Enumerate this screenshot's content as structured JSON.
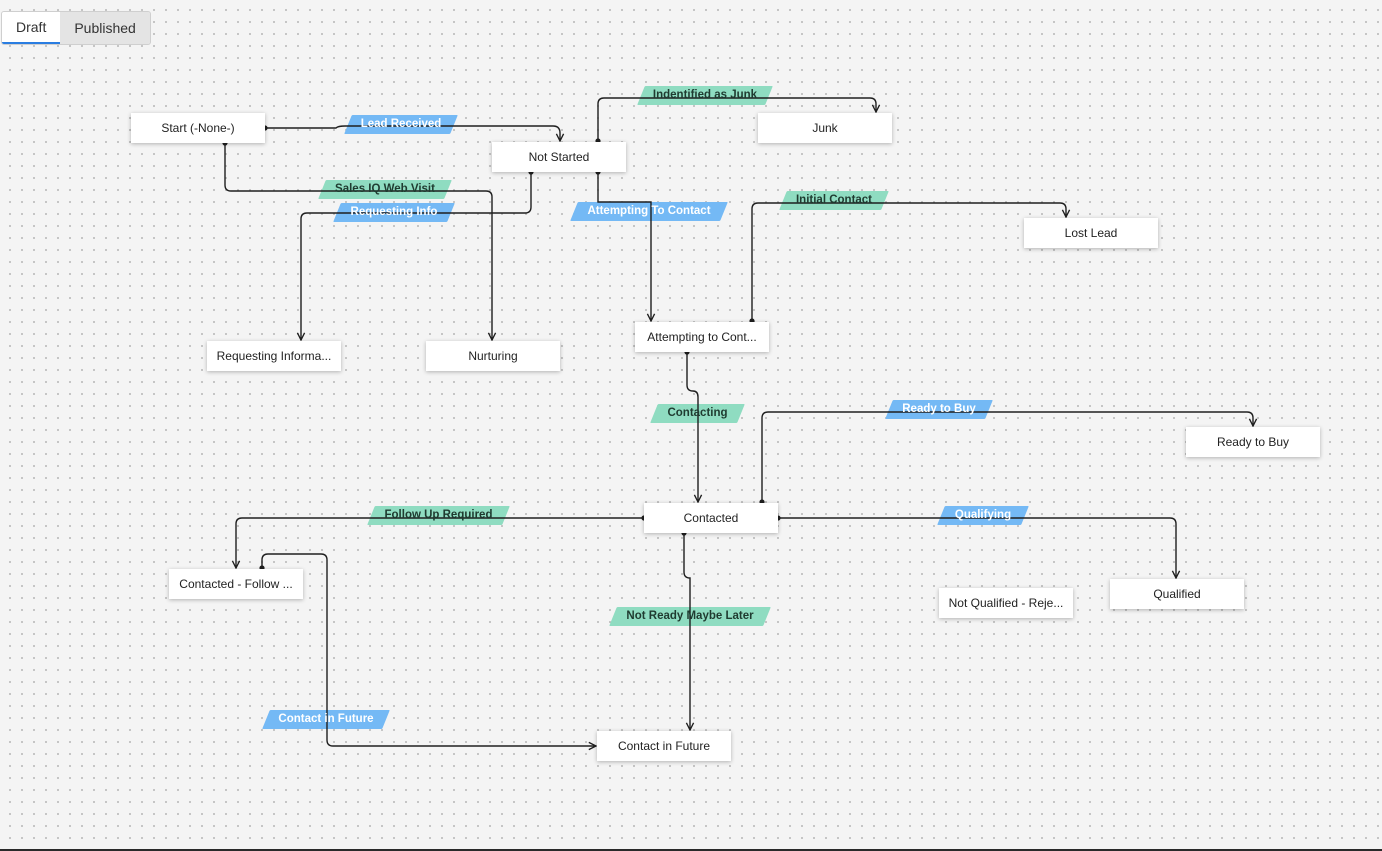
{
  "toggle": {
    "draft_label": "Draft",
    "published_label": "Published",
    "active": "Draft"
  },
  "colors": {
    "blue_transition": "#74b9f5",
    "green_transition": "#8fdcc1",
    "active_underline": "#2a7de1",
    "connector": "#1f1f1f"
  },
  "states": {
    "start": "Start (-None-)",
    "not_started": "Not Started",
    "junk": "Junk",
    "lost_lead": "Lost Lead",
    "requesting_information": "Requesting Informa...",
    "nurturing": "Nurturing",
    "attempting_to_contact": "Attempting to Cont...",
    "ready_to_buy": "Ready to Buy",
    "contacted": "Contacted",
    "contacted_follow": "Contacted - Follow ...",
    "not_qualified": "Not Qualified - Reje...",
    "qualified": "Qualified",
    "contact_in_future": "Contact in Future"
  },
  "transitions": {
    "lead_received": "Lead Received",
    "identified_as_junk": "Indentified as Junk",
    "sales_iq_web_visit": "Sales IQ Web Visit",
    "requesting_info": "Requesting Info",
    "attempting_to_contact": "Attempting To Contact",
    "initial_contact": "Initial Contact",
    "contacting": "Contacting",
    "ready_to_buy": "Ready to Buy",
    "follow_up_required": "Follow Up Required",
    "qualifying": "Qualifying",
    "not_ready_maybe_later": "Not Ready Maybe Later",
    "contact_in_future": "Contact in Future"
  }
}
